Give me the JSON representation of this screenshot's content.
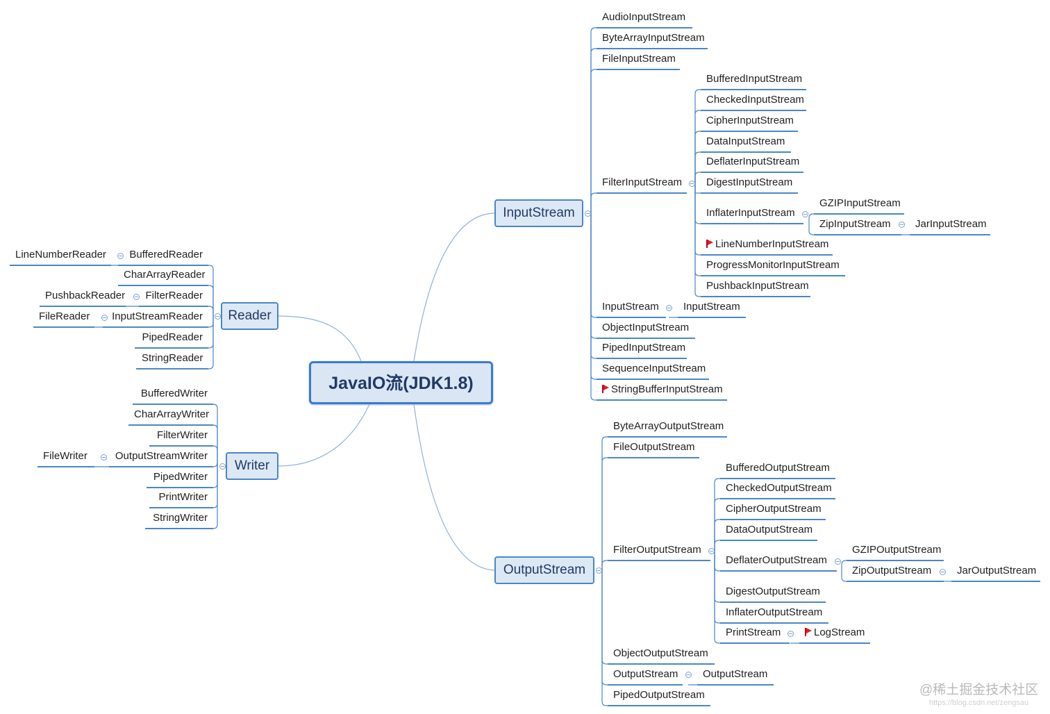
{
  "root": "JavaIO流(JDK1.8)",
  "inputstream": {
    "label": "InputStream",
    "children": [
      "AudioInputStream",
      "ByteArrayInputStream",
      "FileInputStream",
      "FilterInputStream",
      "InputStream",
      "ObjectInputStream",
      "PipedInputStream",
      "SequenceInputStream",
      "StringBufferInputStream"
    ],
    "filter_children": [
      "BufferedInputStream",
      "CheckedInputStream",
      "CipherInputStream",
      "DataInputStream",
      "DeflaterInputStream",
      "DigestInputStream",
      "InflaterInputStream",
      "LineNumberInputStream",
      "ProgressMonitorInputStream",
      "PushbackInputStream"
    ],
    "inflater_children": [
      "GZIPInputStream",
      "ZipInputStream"
    ],
    "zip_children": [
      "JarInputStream"
    ],
    "inputstream_children": [
      "InputStream"
    ]
  },
  "outputstream": {
    "label": "OutputStream",
    "children": [
      "ByteArrayOutputStream",
      "FileOutputStream",
      "FilterOutputStream",
      "ObjectOutputStream",
      "OutputStream",
      "PipedOutputStream"
    ],
    "filter_children": [
      "BufferedOutputStream",
      "CheckedOutputStream",
      "CipherOutputStream",
      "DataOutputStream",
      "DeflaterOutputStream",
      "DigestOutputStream",
      "InflaterOutputStream",
      "PrintStream"
    ],
    "deflater_children": [
      "GZIPOutputStream",
      "ZipOutputStream"
    ],
    "zip_children": [
      "JarOutputStream"
    ],
    "print_children": [
      "LogStream"
    ],
    "outputstream_children": [
      "OutputStream"
    ]
  },
  "reader": {
    "label": "Reader",
    "children": [
      "BufferedReader",
      "CharArrayReader",
      "FilterReader",
      "InputStreamReader",
      "PipedReader",
      "StringReader"
    ],
    "buffered_children": [
      "LineNumberReader"
    ],
    "filter_children": [
      "PushbackReader"
    ],
    "isr_children": [
      "FileReader"
    ]
  },
  "writer": {
    "label": "Writer",
    "children": [
      "BufferedWriter",
      "CharArrayWriter",
      "FilterWriter",
      "OutputStreamWriter",
      "PipedWriter",
      "PrintWriter",
      "StringWriter"
    ],
    "osw_children": [
      "FileWriter"
    ]
  },
  "watermark": "@稀土掘金技术社区",
  "watermark_url": "https://blog.csdn.net/zengsau",
  "colors": {
    "line": "#4a86c8",
    "connector": "#8fb0d8",
    "box_fill": "#dde8f5",
    "flag": "#e02020"
  },
  "icons": [
    "flag-icon",
    "collapse-icon"
  ]
}
